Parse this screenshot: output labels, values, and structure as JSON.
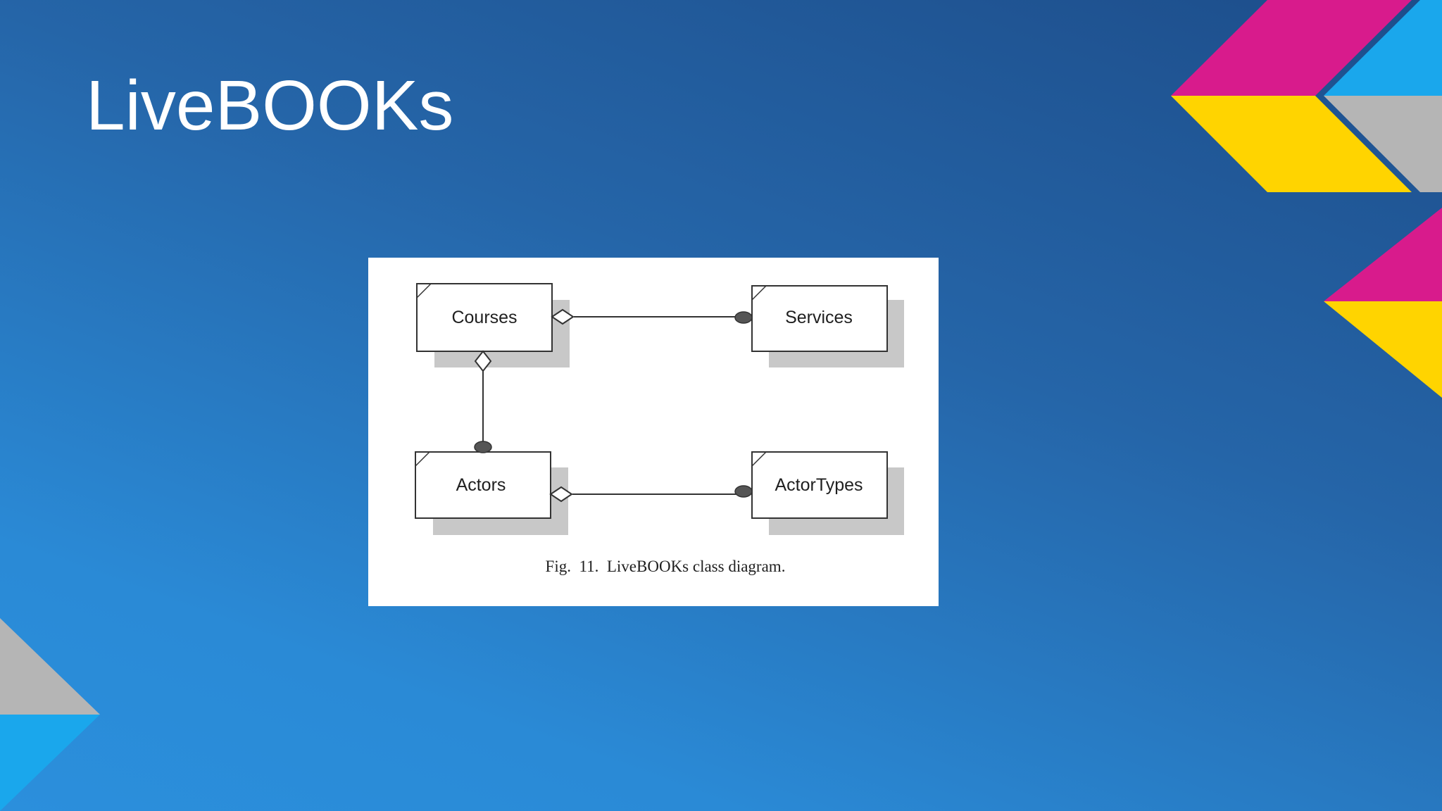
{
  "slide": {
    "title": "LiveBOOKs"
  },
  "diagram": {
    "classes": {
      "courses": "Courses",
      "services": "Services",
      "actors": "Actors",
      "actor_types": "ActorTypes"
    },
    "caption": "Fig.  11.  LiveBOOKs class diagram.",
    "relations": [
      {
        "from": "Courses",
        "to": "Services",
        "type": "aggregation"
      },
      {
        "from": "Courses",
        "to": "Actors",
        "type": "aggregation"
      },
      {
        "from": "Actors",
        "to": "ActorTypes",
        "type": "aggregation"
      }
    ]
  },
  "colors": {
    "background": "#2a7fcf",
    "magenta": "#d81b8c",
    "yellow": "#ffd400",
    "light_blue": "#1aa7ec",
    "gray": "#b5b5b5"
  }
}
